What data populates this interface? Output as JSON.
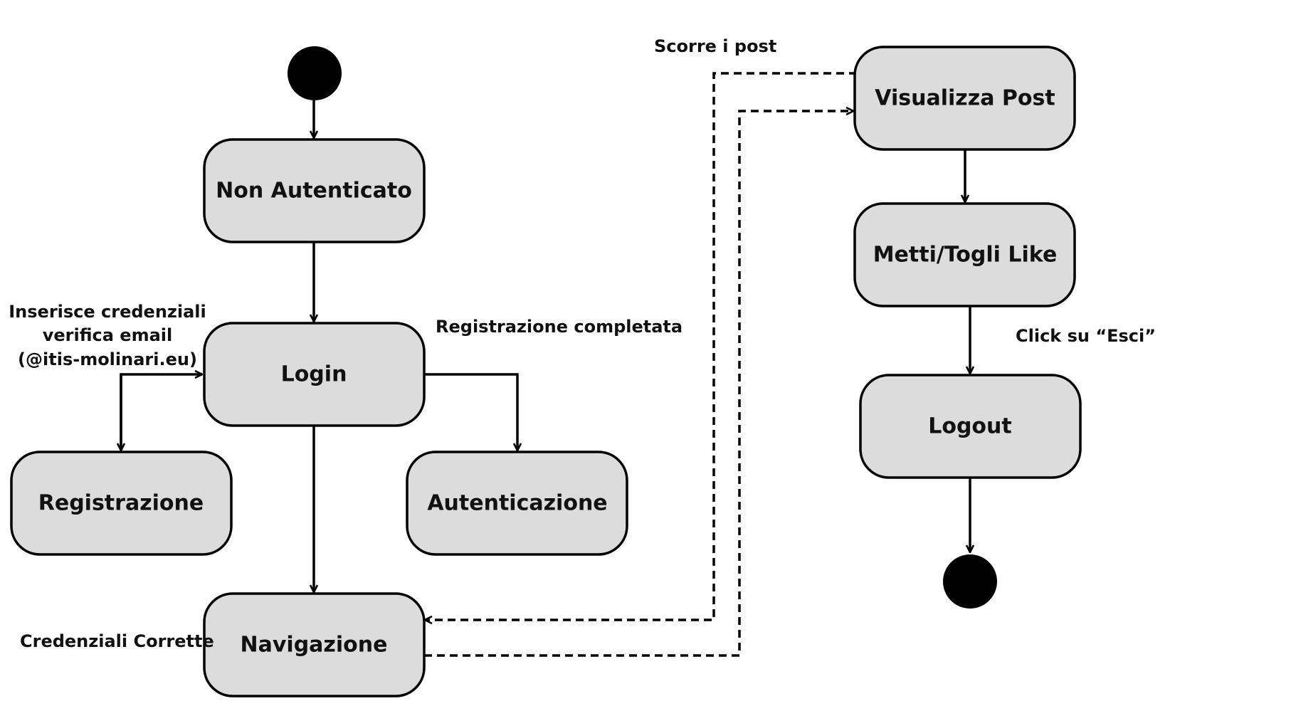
{
  "colors": {
    "state_fill": "#dcdcdc",
    "stroke": "#000000",
    "text": "#111111",
    "background": "#ffffff"
  },
  "states": {
    "non_autenticato": "Non Autenticato",
    "login": "Login",
    "registrazione": "Registrazione",
    "autenticazione": "Autenticazione",
    "navigazione": "Navigazione",
    "visualizza_post": "Visualizza Post",
    "metti_togli_like": "Metti/Togli Like",
    "logout": "Logout"
  },
  "notes": {
    "credenziali_line1": "Inserisce credenziali",
    "credenziali_line2": "verifica email",
    "credenziali_line3": "(@itis-molinari.eu)",
    "registrazione_completata": "Registrazione completata",
    "credenziali_corrette": "Credenziali Corrette",
    "scorre_post": "Scorre i post",
    "click_esci": "Click su “Esci”"
  }
}
